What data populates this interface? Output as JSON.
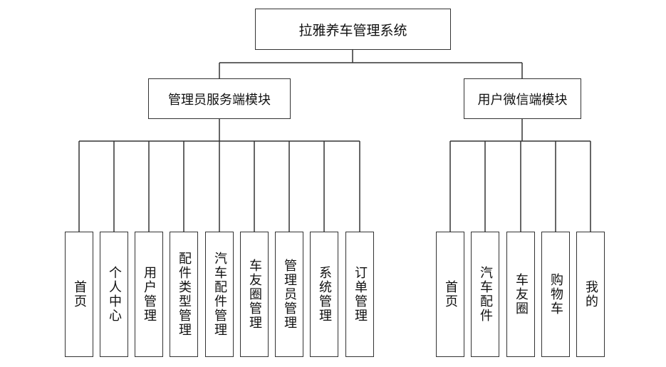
{
  "root": {
    "label": "拉雅养车管理系统"
  },
  "admin_module": {
    "label": "管理员服务端模块",
    "children": [
      "首页",
      "个人中心",
      "用户管理",
      "配件类型管理",
      "汽车配件管理",
      "车友圈管理",
      "管理员管理",
      "系统管理",
      "订单管理"
    ]
  },
  "user_module": {
    "label": "用户微信端模块",
    "children": [
      "首页",
      "汽车配件",
      "车友圈",
      "购物车",
      "我的"
    ]
  }
}
